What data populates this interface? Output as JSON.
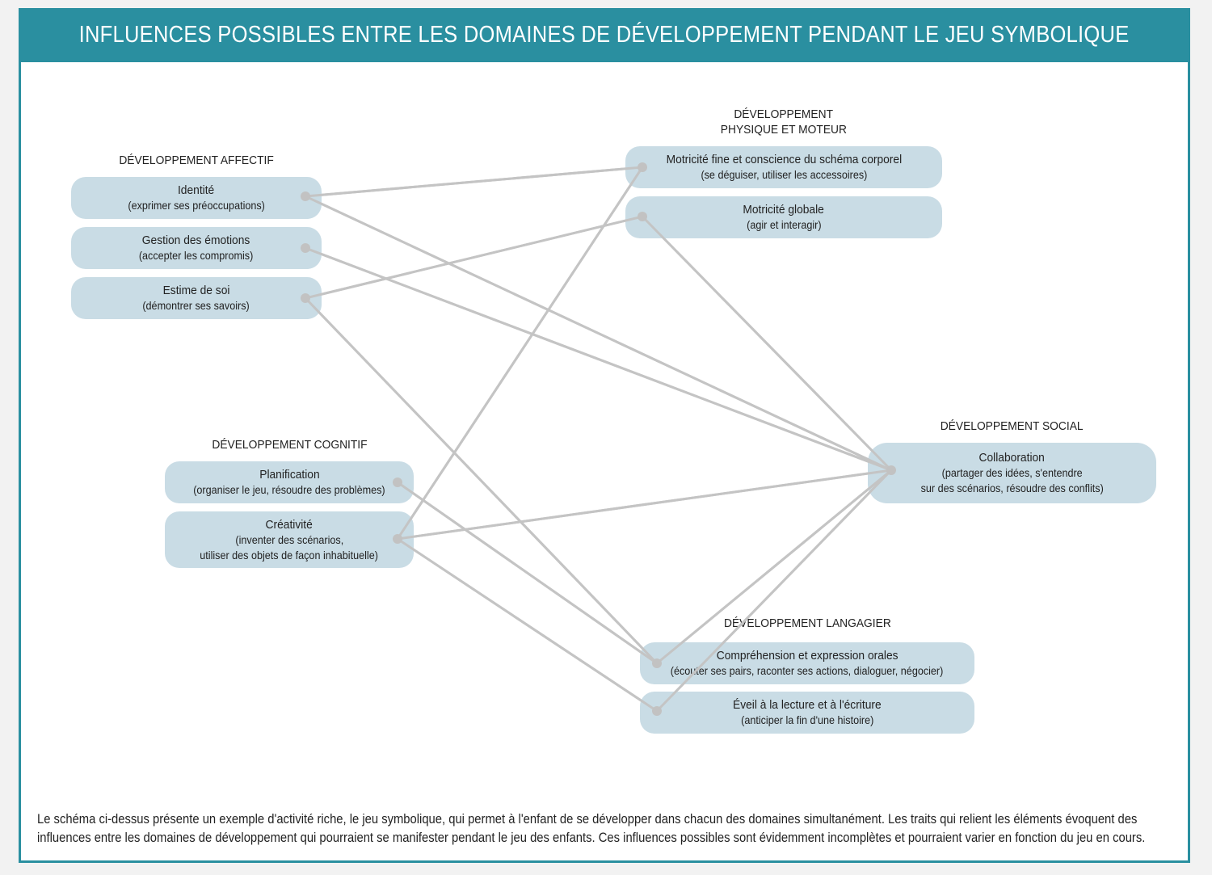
{
  "title": "INFLUENCES POSSIBLES ENTRE LES DOMAINES DE DÉVELOPPEMENT PENDANT LE JEU SYMBOLIQUE",
  "domains": {
    "affectif": {
      "heading": "DÉVELOPPEMENT AFFECTIF",
      "items": [
        {
          "label": "Identité",
          "detail": "(exprimer ses préoccupations)"
        },
        {
          "label": "Gestion des émotions",
          "detail": "(accepter les compromis)"
        },
        {
          "label": "Estime de soi",
          "detail": "(démontrer ses savoirs)"
        }
      ]
    },
    "physique": {
      "heading_line1": "DÉVELOPPEMENT",
      "heading_line2": "PHYSIQUE ET MOTEUR",
      "items": [
        {
          "label": "Motricité fine et conscience du schéma corporel",
          "detail": "(se déguiser, utiliser les accessoires)"
        },
        {
          "label": "Motricité globale",
          "detail": "(agir et interagir)"
        }
      ]
    },
    "cognitif": {
      "heading": "DÉVELOPPEMENT COGNITIF",
      "items": [
        {
          "label": "Planification",
          "detail": "(organiser le jeu, résoudre des problèmes)"
        },
        {
          "label": "Créativité",
          "detail_line1": "(inventer des scénarios,",
          "detail_line2": "utiliser des objets de façon inhabituelle)"
        }
      ]
    },
    "social": {
      "heading": "DÉVELOPPEMENT SOCIAL",
      "items": [
        {
          "label": "Collaboration",
          "detail_line1": "(partager des idées, s'entendre",
          "detail_line2": "sur des scénarios, résoudre des conflits)"
        }
      ]
    },
    "langagier": {
      "heading": "DÉVELOPPEMENT LANGAGIER",
      "items": [
        {
          "label": "Compréhension et expression orales",
          "detail": "(écouter ses pairs, raconter ses actions, dialoguer, négocier)"
        },
        {
          "label": "Éveil à la lecture et à l'écriture",
          "detail": "(anticiper la fin d'une histoire)"
        }
      ]
    }
  },
  "links": [
    [
      "identite",
      "motricite-fine"
    ],
    [
      "identite",
      "collaboration"
    ],
    [
      "gestion-emotions",
      "collaboration"
    ],
    [
      "estime-soi",
      "motricite-globale"
    ],
    [
      "estime-soi",
      "comprehension-orale"
    ],
    [
      "planification",
      "comprehension-orale"
    ],
    [
      "creativite",
      "motricite-fine"
    ],
    [
      "creativite",
      "collaboration"
    ],
    [
      "creativite",
      "eveil-lecture"
    ],
    [
      "motricite-globale",
      "collaboration"
    ],
    [
      "comprehension-orale",
      "collaboration"
    ],
    [
      "eveil-lecture",
      "collaboration"
    ]
  ],
  "footnote": "Le schéma ci-dessus présente un exemple d'activité riche, le jeu symbolique, qui permet à l'enfant de se développer dans chacun des domaines simultanément. Les traits qui relient les éléments évoquent des influences entre les domaines de développement qui pourraient se manifester pendant le jeu des enfants. Ces influences possibles sont évidemment incomplètes et pourraient varier en fonction du jeu en cours.",
  "colors": {
    "title_bar": "#2a8fa0",
    "box_fill": "#c9dce5",
    "link_line": "#c4c4c4"
  }
}
